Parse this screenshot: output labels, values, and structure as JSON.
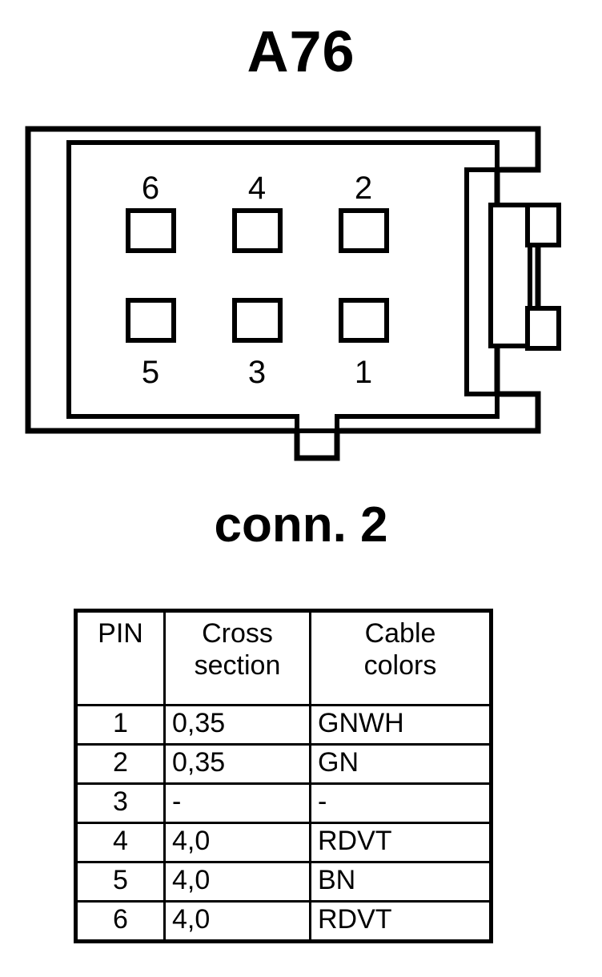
{
  "title": "A76",
  "subtitle": "conn. 2",
  "connector": {
    "name": "6-way-connector-outline",
    "top_row_pin_labels": [
      "6",
      "4",
      "2"
    ],
    "bottom_row_pin_labels": [
      "5",
      "3",
      "1"
    ],
    "stroke_color": "#000000",
    "fill_color": "#ffffff"
  },
  "table": {
    "headers": [
      "PIN",
      "Cross\nsection",
      "Cable\ncolors"
    ],
    "rows": [
      {
        "pin": "1",
        "cross_section": "0,35",
        "cable_colors": "GNWH"
      },
      {
        "pin": "2",
        "cross_section": "0,35",
        "cable_colors": "GN"
      },
      {
        "pin": "3",
        "cross_section": "-",
        "cable_colors": "-"
      },
      {
        "pin": "4",
        "cross_section": "4,0",
        "cable_colors": "RDVT"
      },
      {
        "pin": "5",
        "cross_section": "4,0",
        "cable_colors": "BN"
      },
      {
        "pin": "6",
        "cross_section": "4,0",
        "cable_colors": "RDVT"
      }
    ]
  }
}
